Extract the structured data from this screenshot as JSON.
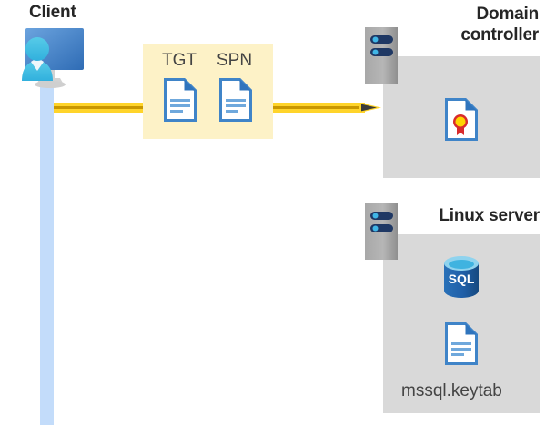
{
  "diagram": {
    "title_client": "Client",
    "nodes": [
      {
        "id": "client",
        "label": "Client",
        "kind": "user-workstation"
      },
      {
        "id": "dc",
        "label": "Domain\ncontroller",
        "kind": "server"
      },
      {
        "id": "linux",
        "label": "Linux server",
        "kind": "server"
      }
    ],
    "message_box": {
      "items": [
        {
          "label": "TGT",
          "icon": "document-icon"
        },
        {
          "label": "SPN",
          "icon": "document-icon"
        }
      ],
      "background_color": "#fdf2c7"
    },
    "arrow": {
      "from": "client",
      "to": "dc",
      "color": "#ffc000",
      "head_color": "#3b3b3b"
    },
    "domain_controller": {
      "title": "Domain\ncontroller",
      "contents": [
        {
          "icon": "certificate-document-icon",
          "label": ""
        }
      ],
      "panel_color": "#d9d9d9"
    },
    "linux_server": {
      "title": "Linux server",
      "contents": [
        {
          "icon": "sql-database-icon",
          "label": "SQL"
        },
        {
          "icon": "document-icon",
          "label": "mssql.keytab"
        }
      ],
      "panel_color": "#d9d9d9"
    },
    "lifeline": {
      "owner": "client",
      "color": "#c3dcfa"
    },
    "colors": {
      "accent_yellow": "#ffc000",
      "highlight_yellow": "#fdf2c7",
      "panel_gray": "#d9d9d9",
      "doc_blue": "#3f84c8",
      "sql_blue": "#1a63ad",
      "text_dark": "#262626"
    }
  }
}
